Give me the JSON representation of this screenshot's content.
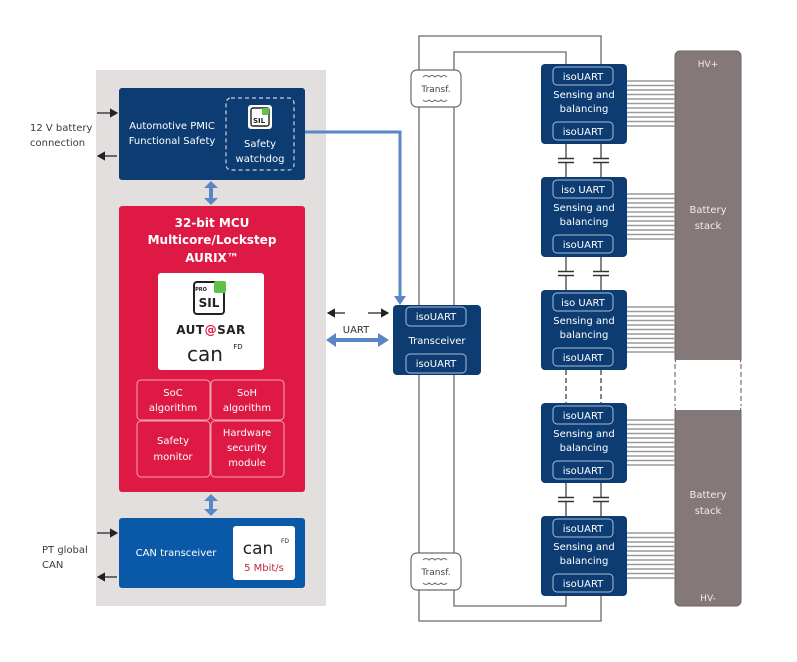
{
  "colors": {
    "navy": "#0d3c73",
    "mcu_red": "#de1a44",
    "blue_arrow": "#5b86c5",
    "panel_gray": "#e3dfdf",
    "battery": "#857878",
    "wire": "#6b6b6b"
  },
  "left_panel": {
    "pmic": {
      "title_lines": [
        "Automotive PMIC",
        "Functional Safety"
      ],
      "watchdog_lines": [
        "Safety",
        "watchdog"
      ],
      "badge_icon": "pro-sil-icon"
    },
    "battery_connection_lines": [
      "12 V battery",
      "connection"
    ],
    "mcu": {
      "title_lines": [
        "32-bit MCU",
        "Multicore/Lockstep",
        "AURIX™"
      ],
      "logos": [
        "PRO SIL",
        "AUTOSAR",
        "CAN FD"
      ],
      "cells": [
        {
          "lines": [
            "SoC",
            "algorithm"
          ]
        },
        {
          "lines": [
            "SoH",
            "algorithm"
          ]
        },
        {
          "lines": [
            "Safety",
            "monitor"
          ]
        },
        {
          "lines": [
            "Hardware",
            "security",
            "module"
          ]
        }
      ]
    },
    "can": {
      "title": "CAN transceiver",
      "logo": "CAN FD",
      "speed": "5 Mbit/s"
    },
    "pt_can_lines": [
      "PT global",
      "CAN"
    ]
  },
  "uart_label": "UART",
  "transceiver": {
    "top": "isoUART",
    "middle": "Transceiver",
    "bottom": "isoUART"
  },
  "transformer_label": "Transf.",
  "sensing_modules": [
    {
      "top": "isoUART",
      "lines": [
        "Sensing and",
        "balancing"
      ],
      "bottom": "isoUART"
    },
    {
      "top": "iso UART",
      "lines": [
        "Sensing and",
        "balancing"
      ],
      "bottom": "isoUART"
    },
    {
      "top": "iso UART",
      "lines": [
        "Sensing and",
        "balancing"
      ],
      "bottom": "isoUART"
    },
    {
      "top": "isoUART",
      "lines": [
        "Sensing and",
        "balancing"
      ],
      "bottom": "isoUART"
    },
    {
      "top": "isoUART",
      "lines": [
        "Sensing and",
        "balancing"
      ],
      "bottom": "isoUART"
    }
  ],
  "battery": {
    "hv_plus": "HV+",
    "hv_minus": "HV-",
    "stack_label_lines": [
      "Battery",
      "stack"
    ]
  }
}
